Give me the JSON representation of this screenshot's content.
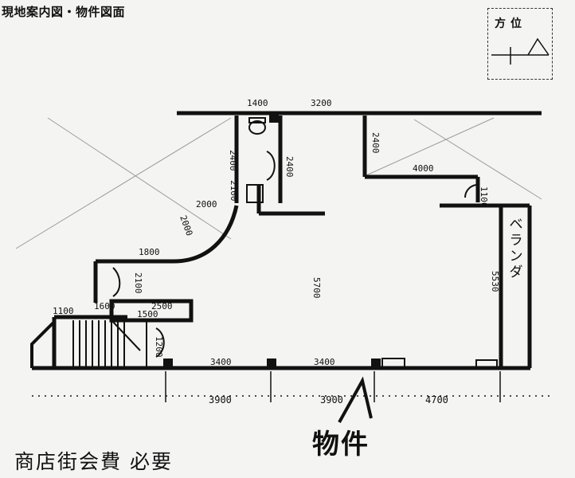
{
  "header": {
    "title": "現地案内図・物件図面"
  },
  "compass": {
    "label": "方位"
  },
  "labels": {
    "veranda": "ベランダ",
    "property": "物件"
  },
  "footer": {
    "note": "商店街会費 必要"
  },
  "dimensions": {
    "top_a": "1400",
    "top_b": "3200",
    "wc_h1": "2400",
    "wc_h2": "2100",
    "bath_h": "2400",
    "notch_h": "2400",
    "notch_w": "4000",
    "right_small": "1100",
    "left_w": "2000",
    "curve_a": "2000",
    "curve_b": "1800",
    "center_v": "5700",
    "right_v": "5530",
    "side_v": "2100",
    "stair_a": "1100",
    "stair_b": "1600",
    "stair_c": "2500",
    "stair_d": "1500",
    "stair_e": "1200",
    "bottom_a": "3400",
    "bottom_b": "3400",
    "outer_a": "3900",
    "outer_b": "3900",
    "outer_c": "4700"
  }
}
